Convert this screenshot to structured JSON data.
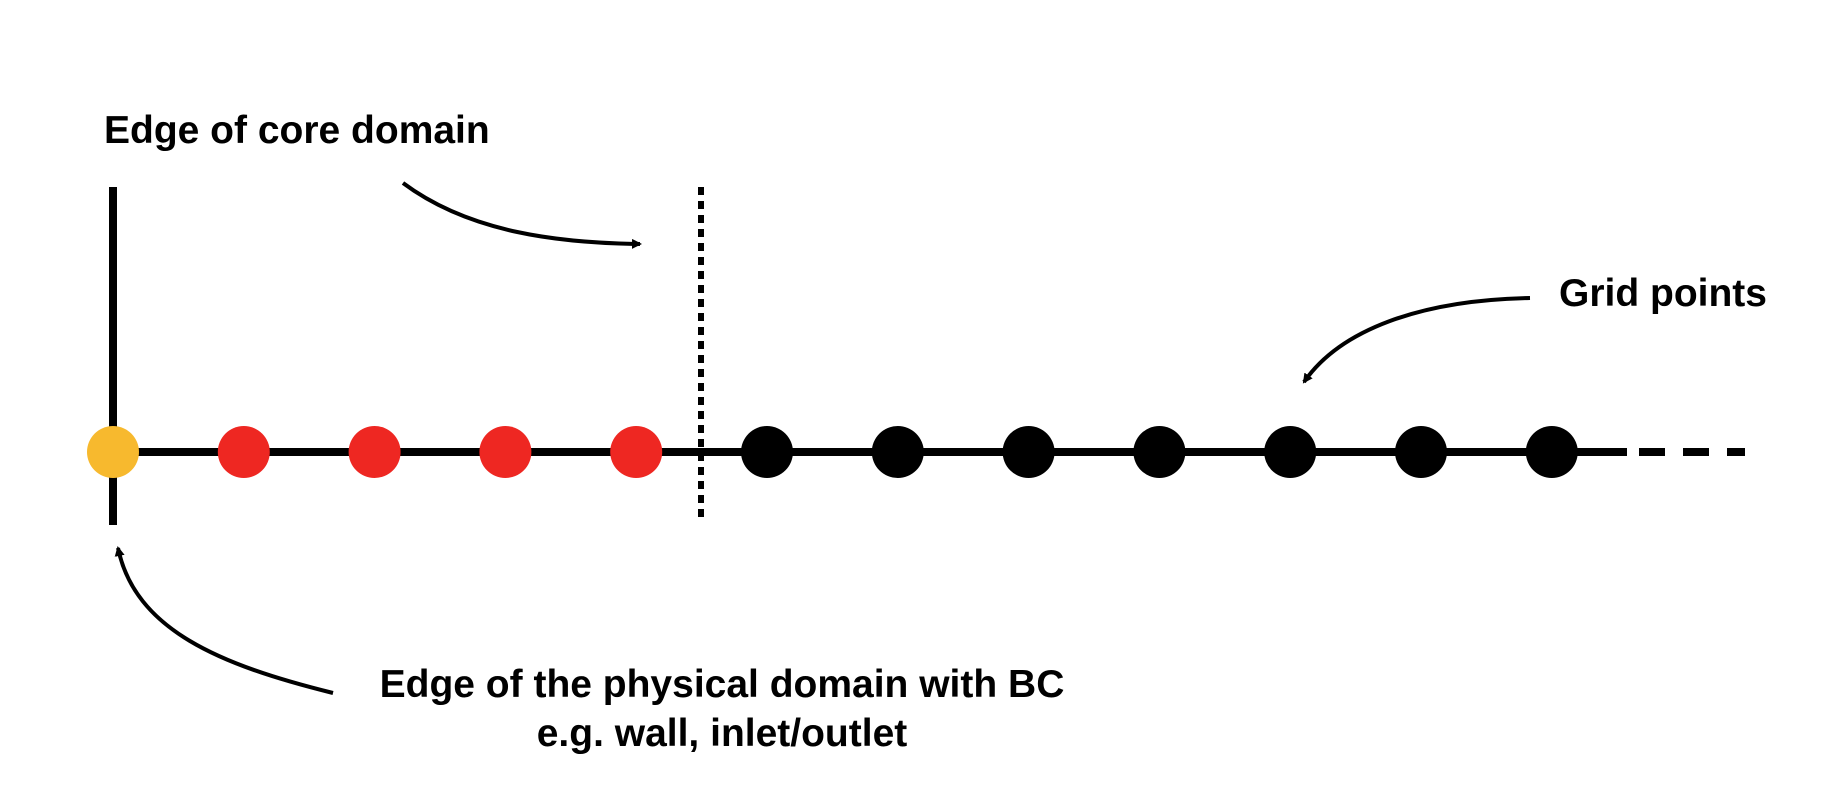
{
  "labels": {
    "core_domain_edge": "Edge of core domain",
    "grid_points": "Grid points",
    "physical_domain_edge_line1": "Edge of the physical domain with BC",
    "physical_domain_edge_line2": "e.g. wall, inlet/outlet"
  },
  "grid": {
    "points": [
      {
        "role": "boundary",
        "color": "#F7B92E"
      },
      {
        "role": "ghost",
        "color": "#EE2722"
      },
      {
        "role": "ghost",
        "color": "#EE2722"
      },
      {
        "role": "ghost",
        "color": "#EE2722"
      },
      {
        "role": "ghost",
        "color": "#EE2722"
      },
      {
        "role": "core",
        "color": "#000000"
      },
      {
        "role": "core",
        "color": "#000000"
      },
      {
        "role": "core",
        "color": "#000000"
      },
      {
        "role": "core",
        "color": "#000000"
      },
      {
        "role": "core",
        "color": "#000000"
      },
      {
        "role": "core",
        "color": "#000000"
      },
      {
        "role": "core",
        "color": "#000000"
      }
    ],
    "continues_right": true
  },
  "colors": {
    "boundary_point": "#F7B92E",
    "ghost_point": "#EE2722",
    "core_point": "#000000",
    "line": "#000000"
  }
}
